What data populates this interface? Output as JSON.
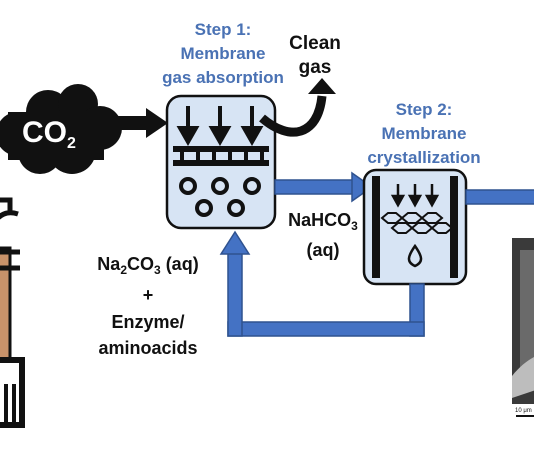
{
  "step1": {
    "title": "Step 1:",
    "line2": "Membrane",
    "line3": "gas absorption"
  },
  "step2": {
    "title": "Step 2:",
    "line2": "Membrane",
    "line3": "crystallization"
  },
  "clean_gas": {
    "line1": "Clean",
    "line2": "gas"
  },
  "co2": {
    "main": "CO",
    "sub": "2"
  },
  "nahco3": {
    "main": "NaHCO",
    "sub": "3",
    "line2": "(aq)"
  },
  "na2co3": {
    "part1": "Na",
    "sub": "2",
    "part2": "CO",
    "sub2": "3",
    "part3": " (aq)"
  },
  "plus": "+",
  "enzyme": {
    "line1": "Enzyme/",
    "line2": "aminoacids"
  },
  "micrograph_scale": "10 μm",
  "colors": {
    "step_text": "#4a72b4",
    "arrow_blue": "#4472c4",
    "module_fill": "#d7e4f4",
    "chimney": "#c8926a"
  }
}
